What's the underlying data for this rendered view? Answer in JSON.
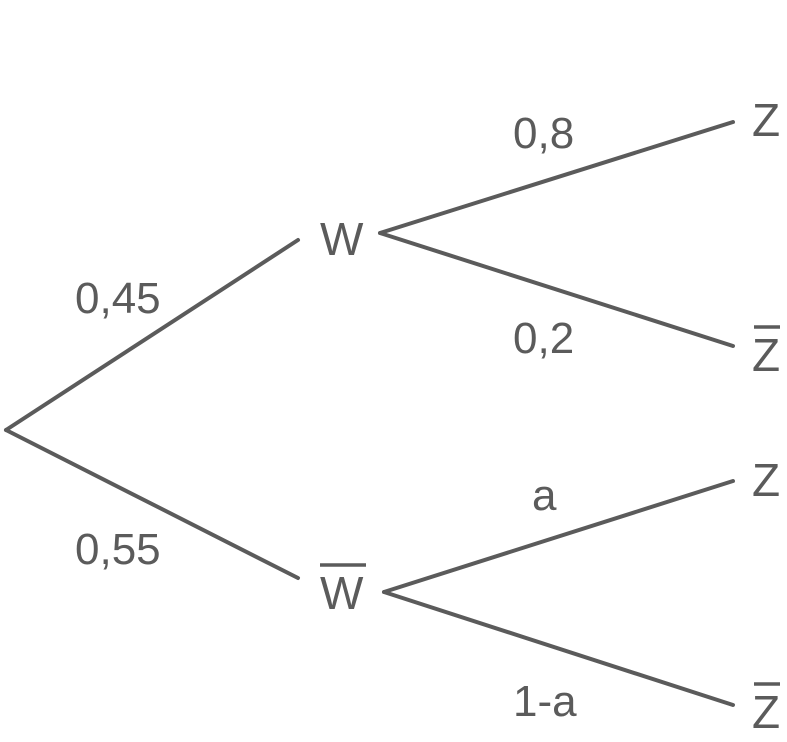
{
  "tree": {
    "root_branches": {
      "upper_probability": "0,45",
      "lower_probability": "0,55"
    },
    "first_level": {
      "upper_node": "W",
      "lower_node": "W",
      "lower_node_overlined": true
    },
    "upper_subtree": {
      "upper_probability": "0,8",
      "lower_probability": "0,2",
      "upper_leaf": "Z",
      "lower_leaf": "Z",
      "lower_leaf_overlined": true
    },
    "lower_subtree": {
      "upper_probability": "a",
      "lower_probability": "1-a",
      "upper_leaf": "Z",
      "lower_leaf": "Z",
      "lower_leaf_overlined": true
    },
    "line_color": "#5b5b5b"
  }
}
